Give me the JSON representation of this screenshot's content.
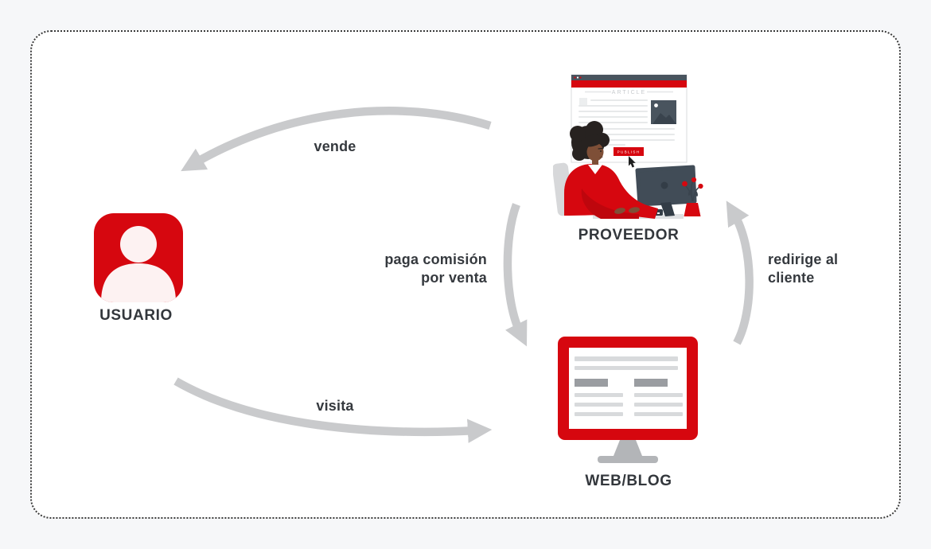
{
  "colors": {
    "background": "#f6f7f9",
    "panel": "#ffffff",
    "dotted_border": "#3a3a3a",
    "accent_red": "#d6070f",
    "arrow_gray": "#c9cacc",
    "label_text": "#35393e",
    "slate_dark": "#414c57",
    "light_gray_line": "#d8dadc",
    "mid_gray_bar": "#9a9da1"
  },
  "nodes": {
    "usuario": {
      "label": "USUARIO"
    },
    "proveedor": {
      "label": "PROVEEDOR",
      "illustration": {
        "article_title": "ARTICLE",
        "publish_label": "PUBLISH"
      }
    },
    "webblog": {
      "label": "WEB/BLOG"
    }
  },
  "edges": [
    {
      "id": "vende",
      "from": "PROVEEDOR",
      "to": "USUARIO",
      "label": "vende"
    },
    {
      "id": "paga-comision-por-venta",
      "from": "PROVEEDOR",
      "to": "WEB/BLOG",
      "label_line1": "paga comisión",
      "label_line2": "por venta"
    },
    {
      "id": "redirige-al-cliente",
      "from": "WEB/BLOG",
      "to": "PROVEEDOR",
      "label_line1": "redirige al",
      "label_line2": "cliente"
    },
    {
      "id": "visita",
      "from": "USUARIO",
      "to": "WEB/BLOG",
      "label": "visita"
    }
  ]
}
